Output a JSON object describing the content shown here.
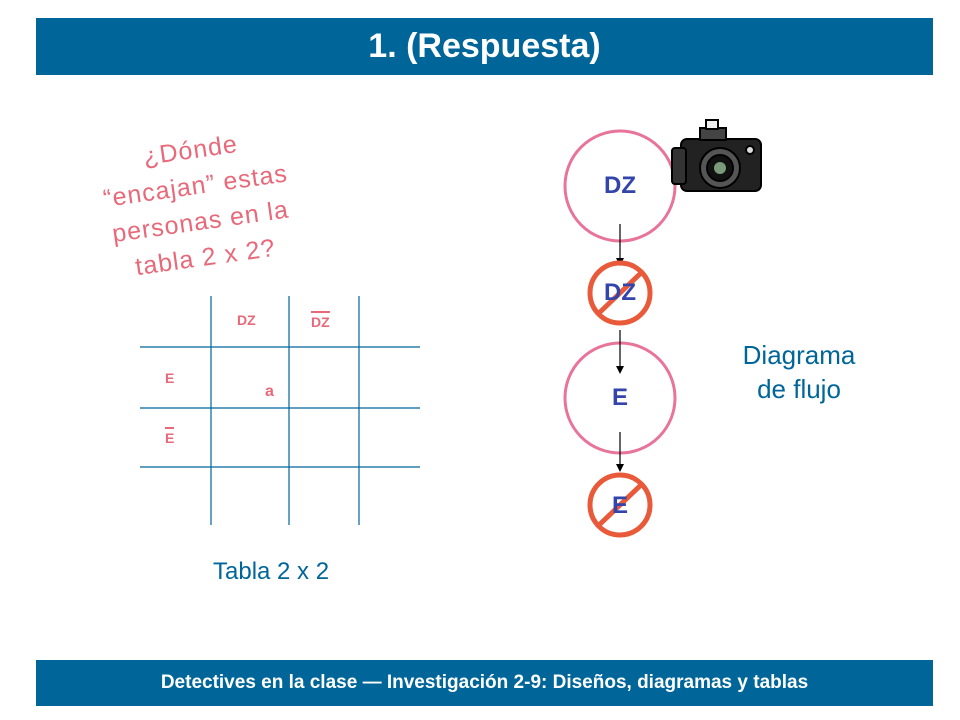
{
  "header": {
    "title": "1. (Respuesta)"
  },
  "question": {
    "lines": [
      "¿Dónde",
      "“encajan” estas",
      "personas en la",
      "tabla 2 x 2?"
    ]
  },
  "table": {
    "col_headers": [
      "DZ",
      "DZ"
    ],
    "row_headers": [
      "E",
      "E"
    ],
    "cell_a": "a",
    "caption": "Tabla 2 x 2"
  },
  "flow": {
    "nodes": [
      "DZ",
      "DZ",
      "E",
      "E"
    ],
    "caption_lines": [
      "Diagrama",
      "de flujo"
    ]
  },
  "footer": {
    "text": "Detectives en la clase — Investigación 2-9:  Diseños, diagramas y tablas"
  },
  "colors": {
    "brand_blue": "#006699",
    "pink": "#e8697a",
    "node_text": "#3344aa"
  }
}
